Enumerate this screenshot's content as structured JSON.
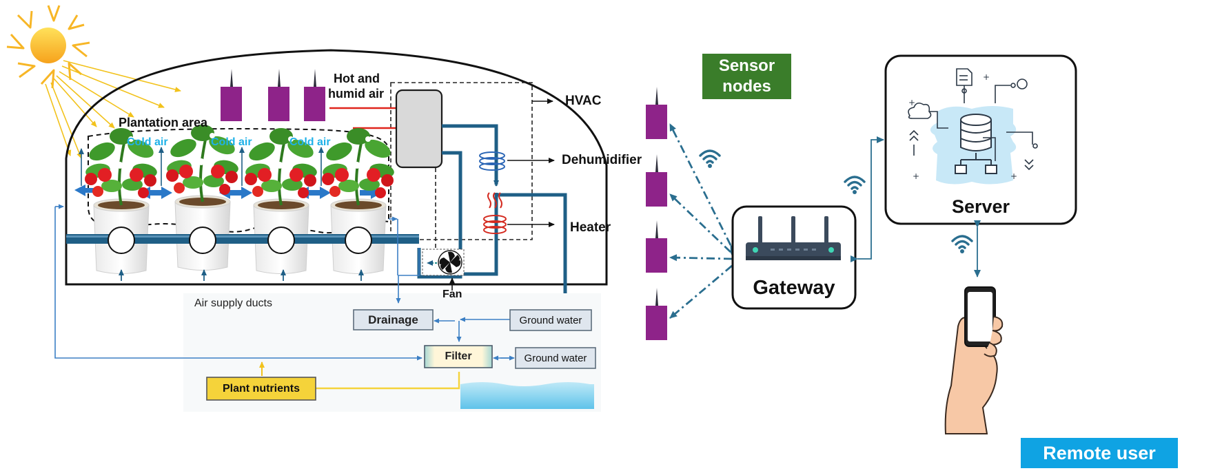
{
  "labels": {
    "plantation_area": "Plantation area",
    "cold_air": "Cold air",
    "hot_humid_air_line1": "Hot and",
    "hot_humid_air_line2": "humid air",
    "hvac": "HVAC",
    "dehumidifier": "Dehumidifier",
    "heater": "Heater",
    "fan": "Fan",
    "air_supply_ducts": "Air supply ducts",
    "drainage": "Drainage",
    "ground_water": "Ground water",
    "filter": "Filter",
    "plant_nutrients": "Plant nutrients",
    "sensor_nodes_line1": "Sensor",
    "sensor_nodes_line2": "nodes",
    "gateway": "Gateway",
    "server": "Server",
    "remote_user": "Remote user"
  },
  "colors": {
    "greenhouse_outline": "#111111",
    "duct_blue": "#1f5f86",
    "hot_air_red": "#e0241b",
    "cold_air_cyan": "#1eb1e8",
    "sensor_purple": "#8e2389",
    "sensor_title_green": "#3a7d2a",
    "remote_blue": "#0fa3e3",
    "nutrient_yellow": "#f5d33a",
    "link_teal": "#2a6e8f",
    "sun_yellow": "#f7b626"
  },
  "icons": [
    "sun-icon",
    "strawberry-plant-icon",
    "fan-icon",
    "coil-icon",
    "heater-icon",
    "wifi-icon",
    "router-icon",
    "database-icon",
    "smartphone-hand-icon"
  ]
}
